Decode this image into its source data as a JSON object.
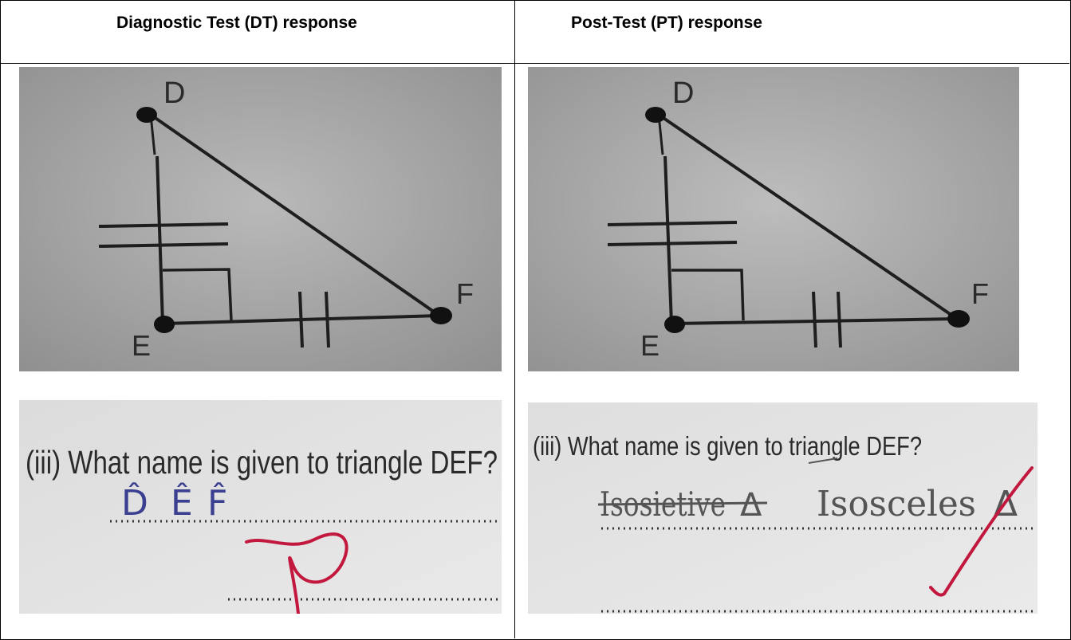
{
  "table": {
    "headers": {
      "left": "Diagnostic Test (DT) response",
      "right": "Post-Test (PT) response"
    }
  },
  "figure": {
    "vertex_labels": {
      "d": "D",
      "e": "E",
      "f": "F"
    }
  },
  "question": {
    "text": "(iii) What name is given to triangle DEF?"
  },
  "dt_answer": {
    "marks": [
      "D̂",
      "Ê",
      "F̂"
    ],
    "ink_color": "#3b3f8f",
    "grade_color": "#c2183e"
  },
  "pt_answer": {
    "struck_word": "Isosietive",
    "delta1": "Δ",
    "final_word": "Isosceles",
    "delta2": "Δ",
    "ink_color": "#555555",
    "grade_color": "#c2183e"
  }
}
